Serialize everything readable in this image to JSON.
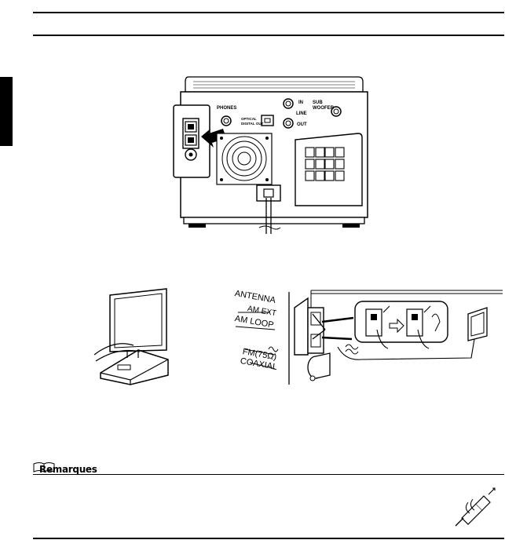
{
  "unit_rear": {
    "phones": "PHONES",
    "optical_line1": "OPTICAL",
    "optical_line2": "DIGITAL OUT",
    "in": "IN",
    "line": "LINE",
    "out": "OUT",
    "sub": "SUB",
    "woofer": "WOOFER"
  },
  "antenna_labels": {
    "antenna": "ANTENNA",
    "am_ext": "AM EXT",
    "am_loop": "AM LOOP",
    "fm": "FM(75Ω)",
    "coaxial": "COAXIAL"
  },
  "notes": {
    "heading": "Remarques"
  }
}
